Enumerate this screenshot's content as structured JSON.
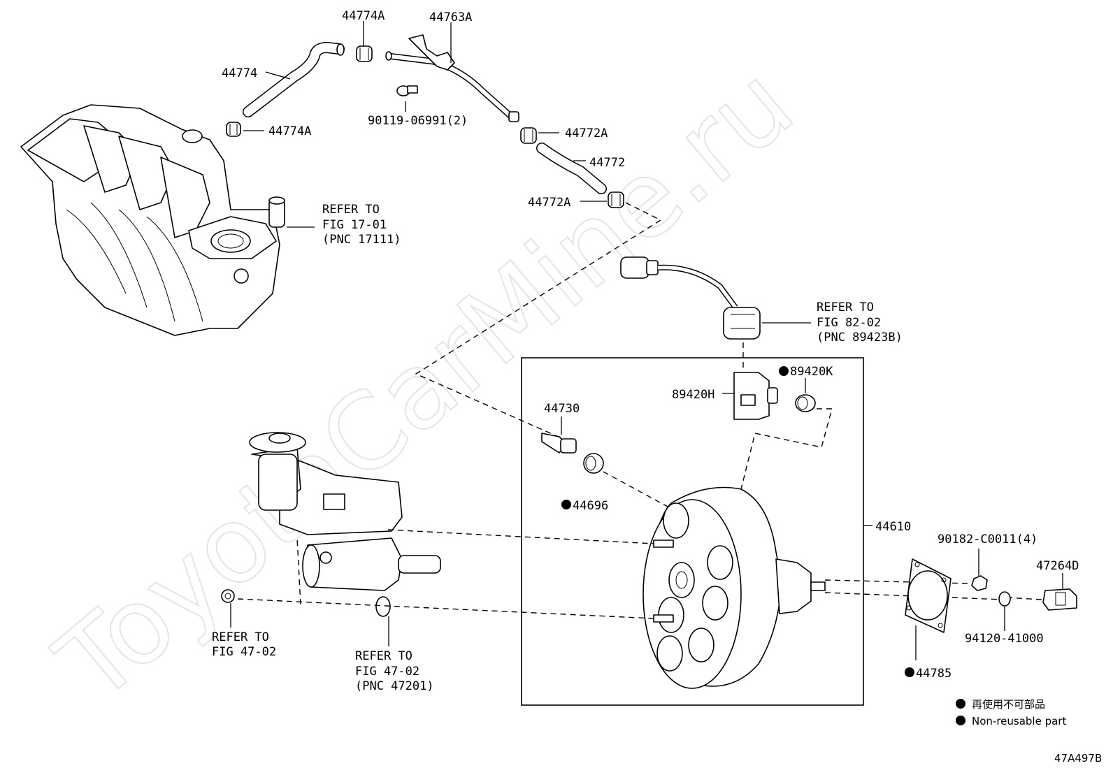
{
  "watermark": "ToyotaCarMine.ru",
  "figure_code": "47A497B",
  "labels": {
    "p44774A_top": "44774A",
    "p44763A": "44763A",
    "p44774": "44774",
    "p90119": "90119-06991(2)",
    "p44774A_bot": "44774A",
    "p44772A_top": "44772A",
    "p44772": "44772",
    "p44772A_bot": "44772A",
    "p44730": "44730",
    "p44696": "44696",
    "p89420K": "89420K",
    "p89420H": "89420H",
    "p44610": "44610",
    "p90182": "90182-C0011(4)",
    "p47264D": "47264D",
    "p94120": "94120-41000",
    "p44785": "44785"
  },
  "refs": {
    "manifold": [
      "REFER TO",
      "FIG 17-01",
      "(PNC 17111)"
    ],
    "sensor": [
      "REFER TO",
      "FIG 82-02",
      "(PNC 89423B)"
    ],
    "left": [
      "REFER TO",
      "FIG 47-02"
    ],
    "master": [
      "REFER TO",
      "FIG 47-02",
      "(PNC 47201)"
    ]
  },
  "legend": {
    "jp": "再使用不可部品",
    "en": "Non-reusable part"
  }
}
